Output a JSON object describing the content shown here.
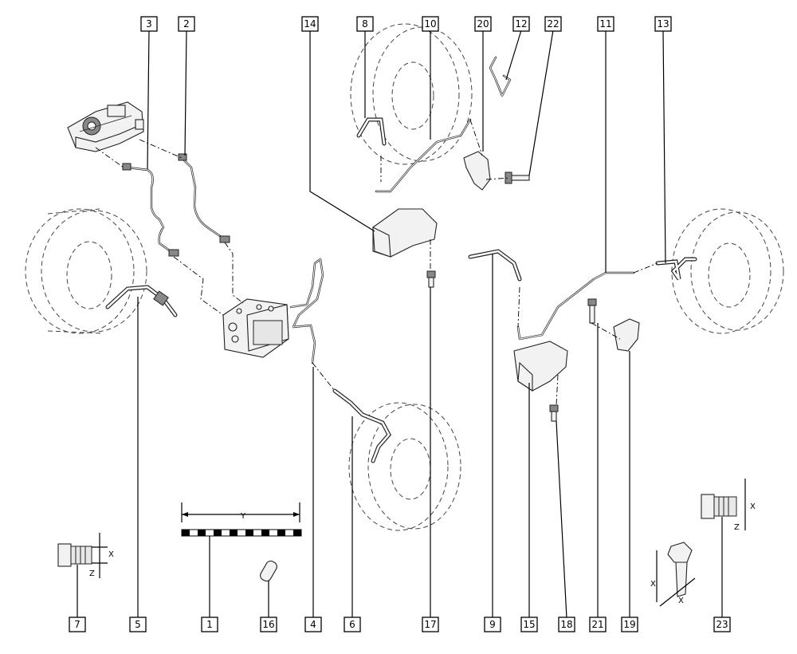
{
  "callouts": [
    {
      "id": "c3",
      "text": "3"
    },
    {
      "id": "c2",
      "text": "2"
    },
    {
      "id": "c14",
      "text": "14"
    },
    {
      "id": "c8",
      "text": "8"
    },
    {
      "id": "c10",
      "text": "10"
    },
    {
      "id": "c20",
      "text": "20"
    },
    {
      "id": "c12",
      "text": "12"
    },
    {
      "id": "c22",
      "text": "22"
    },
    {
      "id": "c11",
      "text": "11"
    },
    {
      "id": "c13",
      "text": "13"
    },
    {
      "id": "c7",
      "text": "7"
    },
    {
      "id": "c5",
      "text": "5"
    },
    {
      "id": "c1",
      "text": "1"
    },
    {
      "id": "c16",
      "text": "16"
    },
    {
      "id": "c4",
      "text": "4"
    },
    {
      "id": "c6",
      "text": "6"
    },
    {
      "id": "c17",
      "text": "17"
    },
    {
      "id": "c9",
      "text": "9"
    },
    {
      "id": "c15",
      "text": "15"
    },
    {
      "id": "c18",
      "text": "18"
    },
    {
      "id": "c21",
      "text": "21"
    },
    {
      "id": "c19",
      "text": "19"
    },
    {
      "id": "c23",
      "text": "23"
    }
  ],
  "dimensions": {
    "x": "X",
    "y": "Y",
    "z": "Z"
  }
}
